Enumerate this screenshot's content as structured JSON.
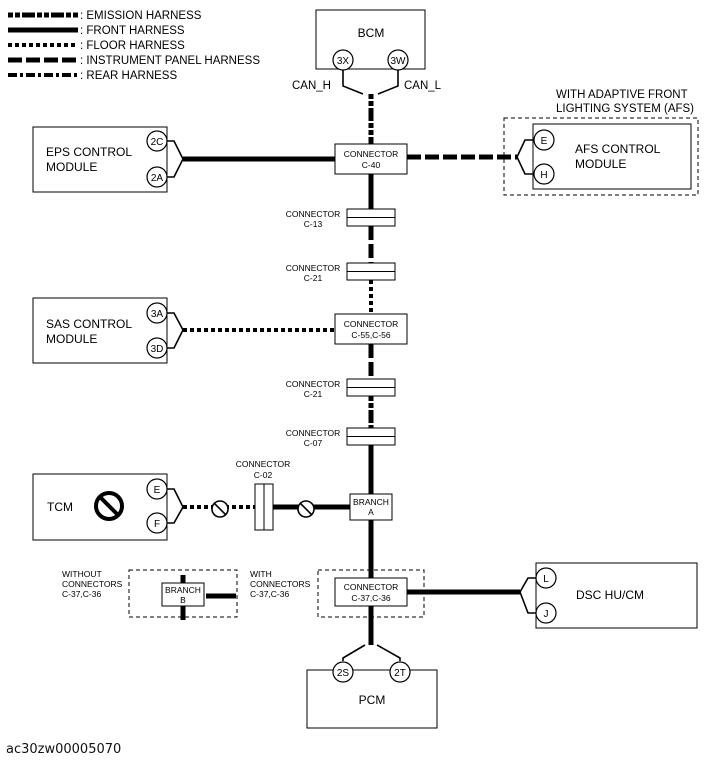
{
  "legend": [
    {
      "style": "emission",
      "label": ": EMISSION HARNESS"
    },
    {
      "style": "front",
      "label": ": FRONT HARNESS"
    },
    {
      "style": "floor",
      "label": ": FLOOR HARNESS"
    },
    {
      "style": "instrument-panel",
      "label": ": INSTRUMENT PANEL HARNESS"
    },
    {
      "style": "rear",
      "label": ": REAR HARNESS"
    }
  ],
  "modules": {
    "bcm": {
      "label": "BCM",
      "pins": [
        "3X",
        "3W"
      ],
      "can_labels": [
        "CAN_H",
        "CAN_L"
      ]
    },
    "eps": {
      "line1": "EPS CONTROL",
      "line2": "MODULE",
      "pins": [
        "2C",
        "2A"
      ]
    },
    "afs": {
      "line1": "AFS CONTROL",
      "line2": "MODULE",
      "pins": [
        "E",
        "H"
      ],
      "note_line1": "WITH ADAPTIVE FRONT",
      "note_line2": "LIGHTING SYSTEM (AFS)"
    },
    "sas": {
      "line1": "SAS CONTROL",
      "line2": "MODULE",
      "pins": [
        "3A",
        "3D"
      ]
    },
    "tcm": {
      "label": "TCM",
      "pins": [
        "E",
        "F"
      ]
    },
    "dsc": {
      "label": "DSC HU/CM",
      "pins": [
        "L",
        "J"
      ]
    },
    "pcm": {
      "label": "PCM",
      "pins": [
        "2S",
        "2T"
      ]
    }
  },
  "connectors": {
    "c40": {
      "line1": "CONNECTOR",
      "line2": "C-40"
    },
    "c13": {
      "line1": "CONNECTOR",
      "line2": "C-13"
    },
    "c21a": {
      "line1": "CONNECTOR",
      "line2": "C-21"
    },
    "c55": {
      "line1": "CONNECTOR",
      "line2": "C-55,C-56"
    },
    "c21b": {
      "line1": "CONNECTOR",
      "line2": "C-21"
    },
    "c07": {
      "line1": "CONNECTOR",
      "line2": "C-07"
    },
    "c02": {
      "line1": "CONNECTOR",
      "line2": "C-02"
    },
    "c37": {
      "line1": "CONNECTOR",
      "line2": "C-37,C-36"
    }
  },
  "branches": {
    "a": {
      "line1": "BRANCH",
      "line2": "A"
    },
    "b": {
      "line1": "BRANCH",
      "line2": "B"
    }
  },
  "notes": {
    "without": {
      "line1": "WITHOUT",
      "line2": "CONNECTORS",
      "line3": "C-37,C-36"
    },
    "with": {
      "line1": "WITH",
      "line2": "CONNECTORS",
      "line3": "C-37,C-36"
    }
  },
  "caption": "ac30zw00005070"
}
